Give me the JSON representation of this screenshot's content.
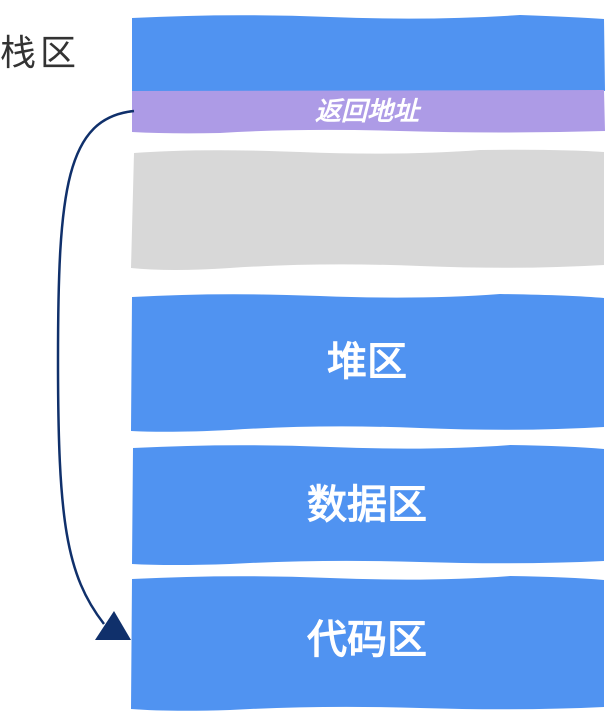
{
  "diagram": {
    "stack_area_label": "栈区",
    "return_address_label": "返回地址",
    "heap_label": "堆区",
    "data_label": "数据区",
    "code_label": "代码区",
    "colors": {
      "block_blue": "#5093F1",
      "return_purple": "#AD9BE6",
      "gap_gray": "#D8D8D8",
      "arrow_navy": "#10306B"
    }
  }
}
